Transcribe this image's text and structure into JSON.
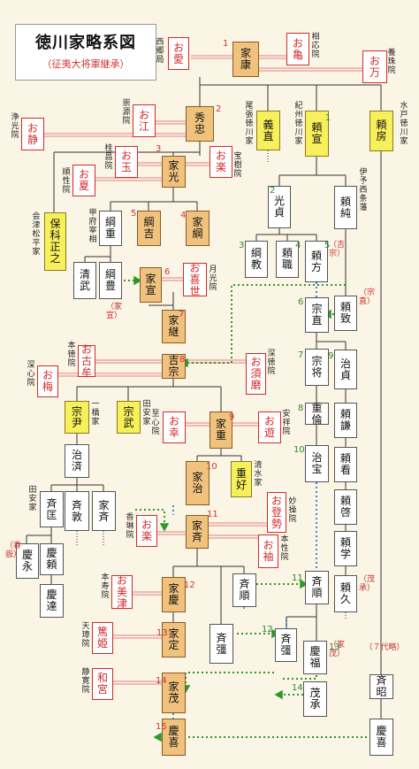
{
  "title": {
    "main": "徳川家略系図",
    "sub": "（征夷大将軍継承）"
  },
  "people": {
    "ieyasu": "家康",
    "oai": "お愛",
    "okame": "お亀",
    "oman": "お万",
    "hidetada": "秀忠",
    "oe": "お江",
    "oshizu": "お静",
    "yoshinao": "義直",
    "yorinobu": "頼宣",
    "yorifusa": "頼房",
    "iemitsu": "家光",
    "otama": "お玉",
    "oraku1": "お楽",
    "onatsu": "お夏",
    "hoshina": "保科正之",
    "mitsusada": "光貞",
    "yorizumi": "頼純",
    "tsunashige": "綱重",
    "tsunayoshi": "綱吉",
    "ietsuna": "家綱",
    "tsunanori": "綱教",
    "yorimoto": "頼職",
    "yorikata": "頼方",
    "yorimasa": "頼致",
    "kiyotake": "清武",
    "tsunatoyo": "綱豊",
    "ienobu": "家宣",
    "okiyo": "お喜世",
    "munenao": "宗直",
    "ietsugu": "家継",
    "yoshimune": "吉宗",
    "ofuru": "お古牟",
    "osuma": "お須磨",
    "oume": "お梅",
    "munenobu": "宗将",
    "harusada": "治貞",
    "munetada": "宗尹",
    "munetake": "宗武",
    "ieshige": "家重",
    "oko": "お幸",
    "oyu": "お遊",
    "shigemichi": "重倫",
    "yorinori": "頼謙",
    "harusada2": "治済",
    "ieharu": "家治",
    "shigeyoshi": "重好",
    "harutomi": "治宝",
    "yorimi": "頼看",
    "yorihiro": "頼啓",
    "yorigaku": "頼学",
    "narimasa": "斉匡",
    "narinori": "斉敦",
    "ienari": "家斉",
    "oraku2": "お楽",
    "otose": "お登勢",
    "osode": "お袖",
    "narikatsu": "斉順",
    "narinori2": "斉順",
    "yorihisa": "頼久",
    "yoshinaga": "慶永",
    "yoshiyori": "慶頼",
    "yoshitatsu": "慶達",
    "iesada_ma": "お美津",
    "ieyoshi": "家慶",
    "nariyuki": "斉彊",
    "narihiro": "斉彊",
    "yoshitomi": "慶福",
    "atsuhime": "篤姫",
    "iesada": "家定",
    "kazunomiya": "和宮",
    "iemochi": "家茂",
    "mochitsugu": "茂承",
    "nariakira": "斉昭",
    "yoshinobu": "慶喜"
  },
  "labels": {
    "saigo": "西郷局",
    "soou": "相応院",
    "yojuin": "養珠院",
    "sogen": "崇源院",
    "jokoin": "浄光院",
    "owari": "尾張徳川家",
    "kishu": "紀州徳川家",
    "mito": "水戸徳川家",
    "keisho": "桂昌院",
    "hoju": "宝樹院",
    "junsho": "順性院",
    "aizu": "会津松平家",
    "iyo": "伊予西条藩",
    "kofu": "甲府宰相",
    "gekko": "月光院",
    "ienobu_note": "（家宣）",
    "yoshimune_note": "（吉宗）",
    "munenao_note": "（宗直）",
    "hontoku": "本徳院",
    "shinsei": "深心院",
    "shintoku": "深徳院",
    "hitotsubashi": "一橋家",
    "tayasu": "田安家",
    "shishin": "至心院",
    "anshou": "安祥院",
    "shimizu": "清水家",
    "tayasu2": "田安家",
    "kaju": "香琳院",
    "myoshu": "妙操院",
    "honsei": "本性院",
    "shunka": "（春嶽）",
    "honju": "本寿院",
    "tenshin": "天璋院",
    "seikan": "静寛院",
    "mochitsugu_note": "（茂承）",
    "iemochi_note": "（家茂）",
    "seven": "（７代略）"
  },
  "numbers": {
    "shogun": [
      "1",
      "2",
      "3",
      "4",
      "5",
      "6",
      "7",
      "8",
      "9",
      "10",
      "11",
      "12",
      "13",
      "14",
      "15"
    ],
    "kishu": [
      "1",
      "2",
      "3",
      "4",
      "5",
      "6",
      "7",
      "8",
      "9",
      "10",
      "11",
      "12",
      "13",
      "14"
    ]
  }
}
